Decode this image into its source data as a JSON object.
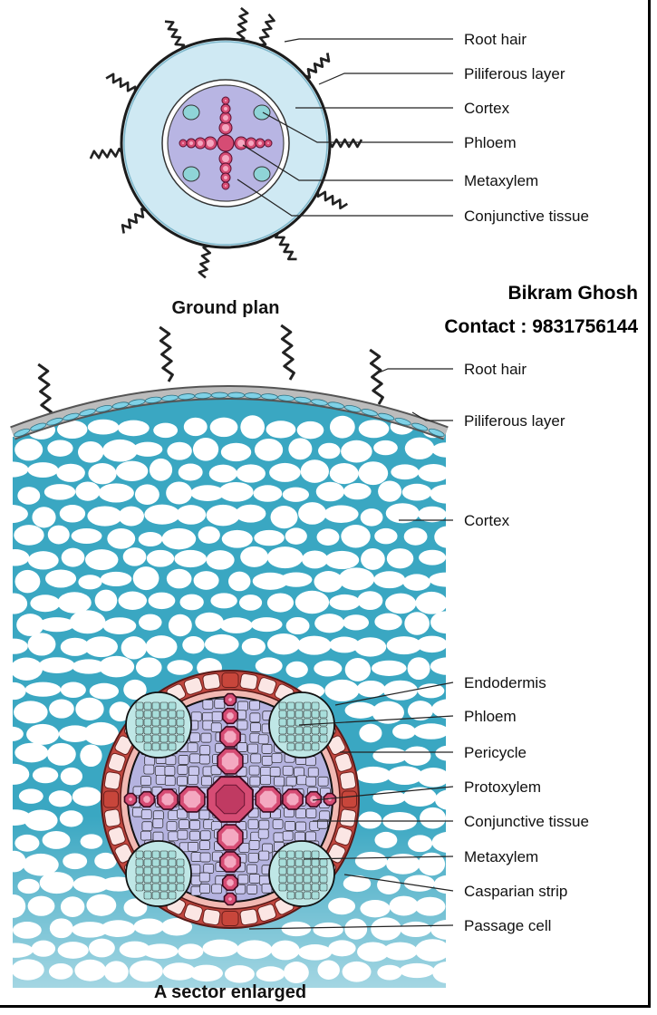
{
  "ground_plan": {
    "caption": "Ground plan",
    "labels": [
      "Root hair",
      "Piliferous layer",
      "Cortex",
      "Phloem",
      "Metaxylem",
      "Conjunctive tissue"
    ]
  },
  "sector": {
    "caption": "A sector enlarged",
    "labels": [
      "Root hair",
      "Piliferous layer",
      "Cortex",
      "Endodermis",
      "Phloem",
      "Pericycle",
      "Protoxylem",
      "Conjunctive tissue",
      "Metaxylem",
      "Casparian strip",
      "Passage cell"
    ]
  },
  "credit": {
    "name": "Bikram Ghosh",
    "contact": "Contact : 9831756144"
  },
  "colors": {
    "cortex": "#cde9f2",
    "stele": "#b7b6e4",
    "xylem": "#d64c74",
    "phloem": "#8dd3d6",
    "endodermis": "#f2b5b0",
    "passage_cell": "#c8463b",
    "cell_wall": "#3aa7c2"
  }
}
